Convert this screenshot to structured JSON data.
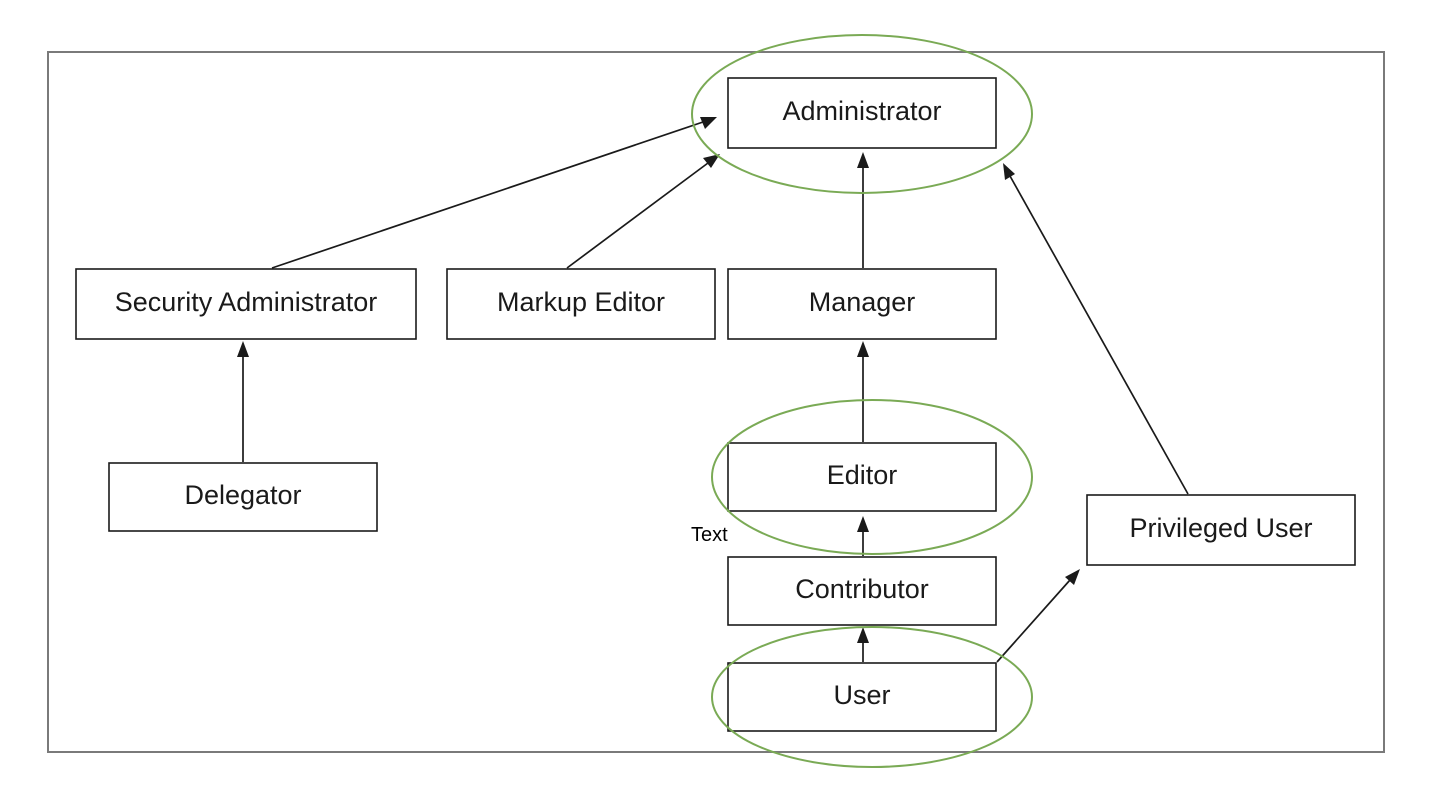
{
  "nodes": {
    "administrator": "Administrator",
    "security_administrator": "Security Administrator",
    "markup_editor": "Markup Editor",
    "manager": "Manager",
    "delegator": "Delegator",
    "editor": "Editor",
    "privileged_user": "Privileged User",
    "contributor": "Contributor",
    "user": "User"
  },
  "annotation_text": "Text",
  "colors": {
    "highlight": "#7aaa55",
    "box_stroke": "#1a1a1a",
    "frame_stroke": "#7a7a7a"
  }
}
